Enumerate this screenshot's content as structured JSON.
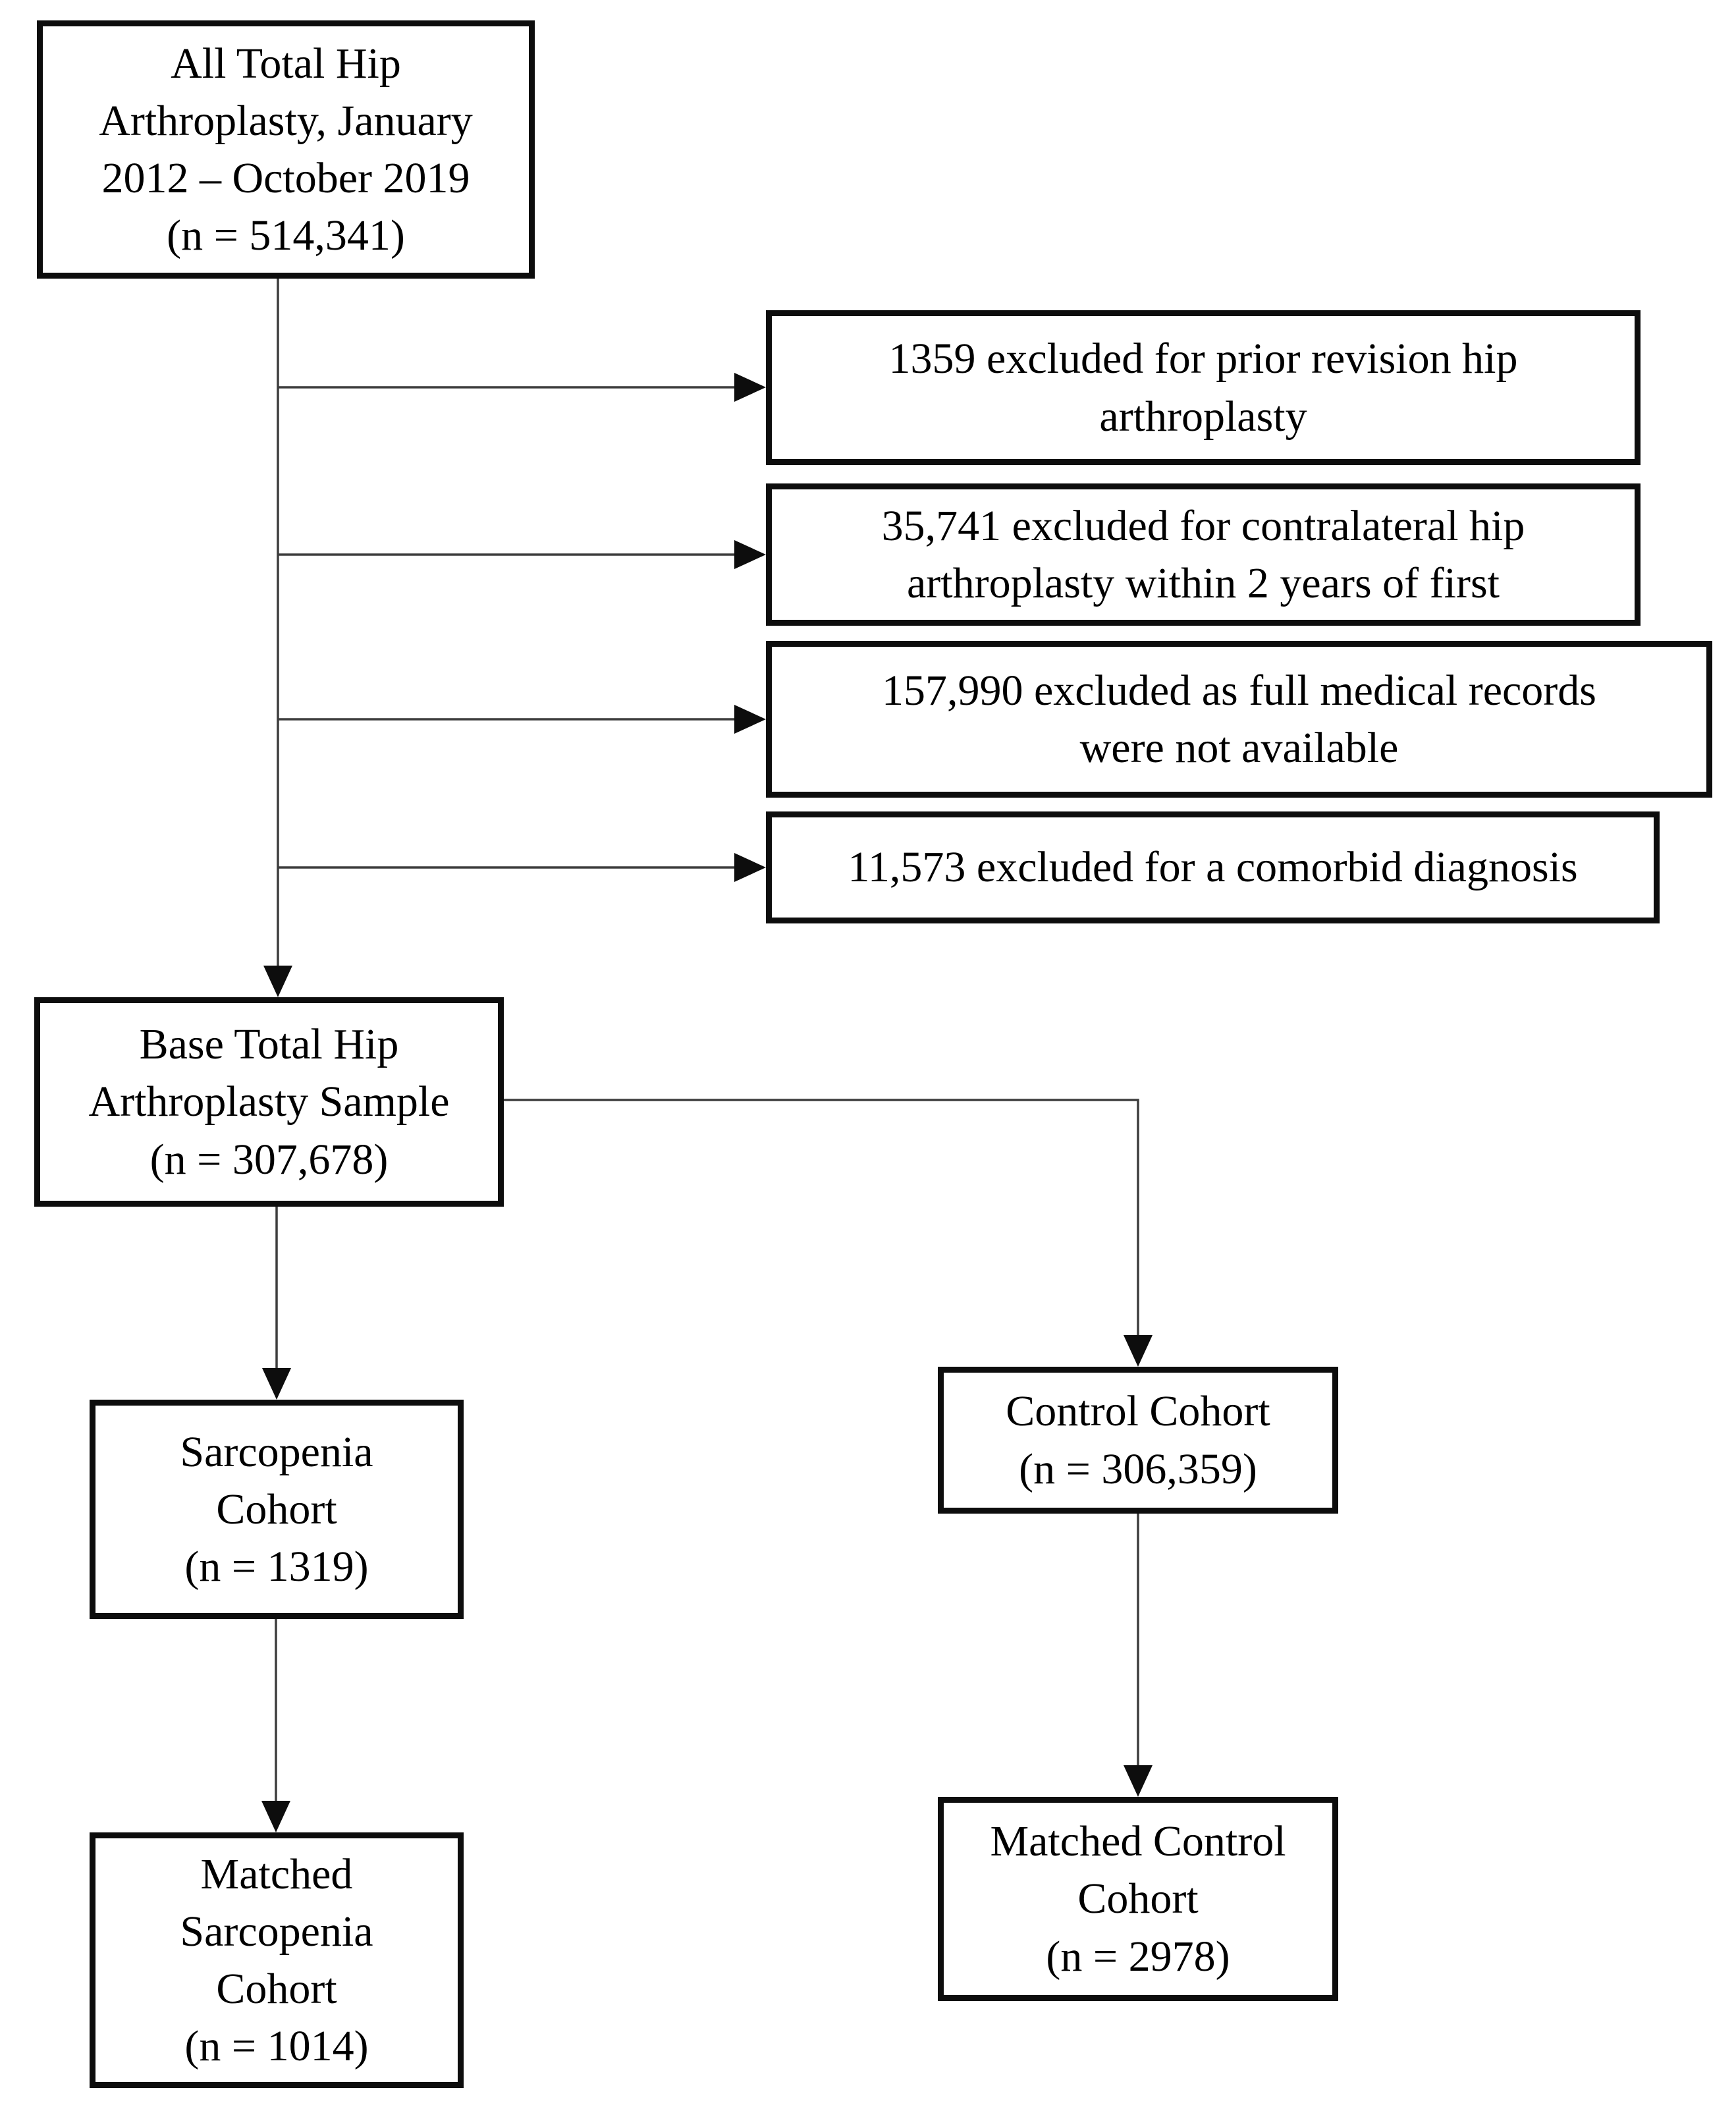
{
  "diagram": {
    "background_color": "#ffffff",
    "box_border_color": "#0d0d0d",
    "connector_color": "#3d3d3d",
    "text_color": "#000000",
    "boxes": {
      "all_tha": {
        "text": "All Total Hip\nArthroplasty, January\n2012 – October 2019\n(n = 514,341)"
      },
      "excl_prior_revision": {
        "text": "1359 excluded for prior revision hip\narthroplasty"
      },
      "excl_contralateral": {
        "text": "35,741 excluded for contralateral hip\narthroplasty within 2 years of first"
      },
      "excl_no_records": {
        "text": "157,990 excluded as full medical records\nwere not available"
      },
      "excl_comorbid": {
        "text": "11,573 excluded for a comorbid diagnosis"
      },
      "base_sample": {
        "text": "Base Total Hip\nArthroplasty Sample\n(n = 307,678)"
      },
      "sarcopenia_cohort": {
        "text": "Sarcopenia\nCohort\n(n = 1319)"
      },
      "control_cohort": {
        "text": "Control Cohort\n(n = 306,359)"
      },
      "matched_sarcopenia_cohort": {
        "text": "Matched\nSarcopenia\nCohort\n(n = 1014)"
      },
      "matched_control_cohort": {
        "text": "Matched Control\nCohort\n(n = 2978)"
      }
    }
  }
}
